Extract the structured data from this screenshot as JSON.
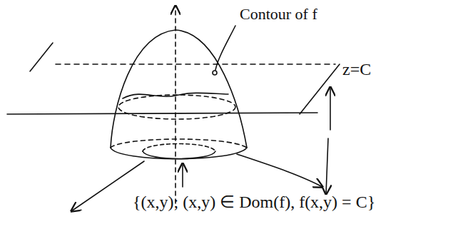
{
  "diagram": {
    "labels": [
      "Contour of f",
      "z=C",
      "{(x,y); (x,y) ∈ Dom(f), f(x,y) = C}"
    ]
  }
}
